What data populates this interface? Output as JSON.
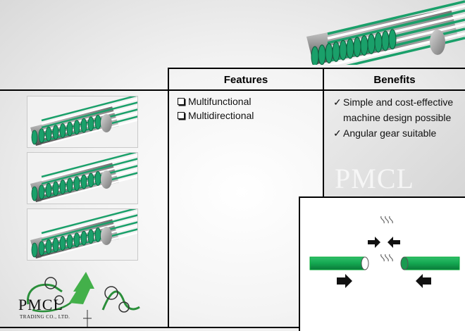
{
  "table": {
    "features_header": "Features",
    "benefits_header": "Benefits"
  },
  "features": [
    "Multifunctional",
    "Multidirectional"
  ],
  "benefits": [
    "Simple and cost-effective machine design possible",
    "Angular gear suitable"
  ],
  "benefit_marker": "✓",
  "watermark": "PMCL",
  "logo": {
    "name": "PMCL",
    "subtitle": "TRADING CO., LTD."
  },
  "colors": {
    "belt_green": "#1aa06a",
    "rod_green": "#13a650",
    "arrow_black": "#111111"
  },
  "icons": [
    "checkbox-icon",
    "checkmark-icon",
    "arrow-right-icon",
    "arrow-left-icon",
    "arrow-down-icon",
    "arrow-up-icon"
  ]
}
